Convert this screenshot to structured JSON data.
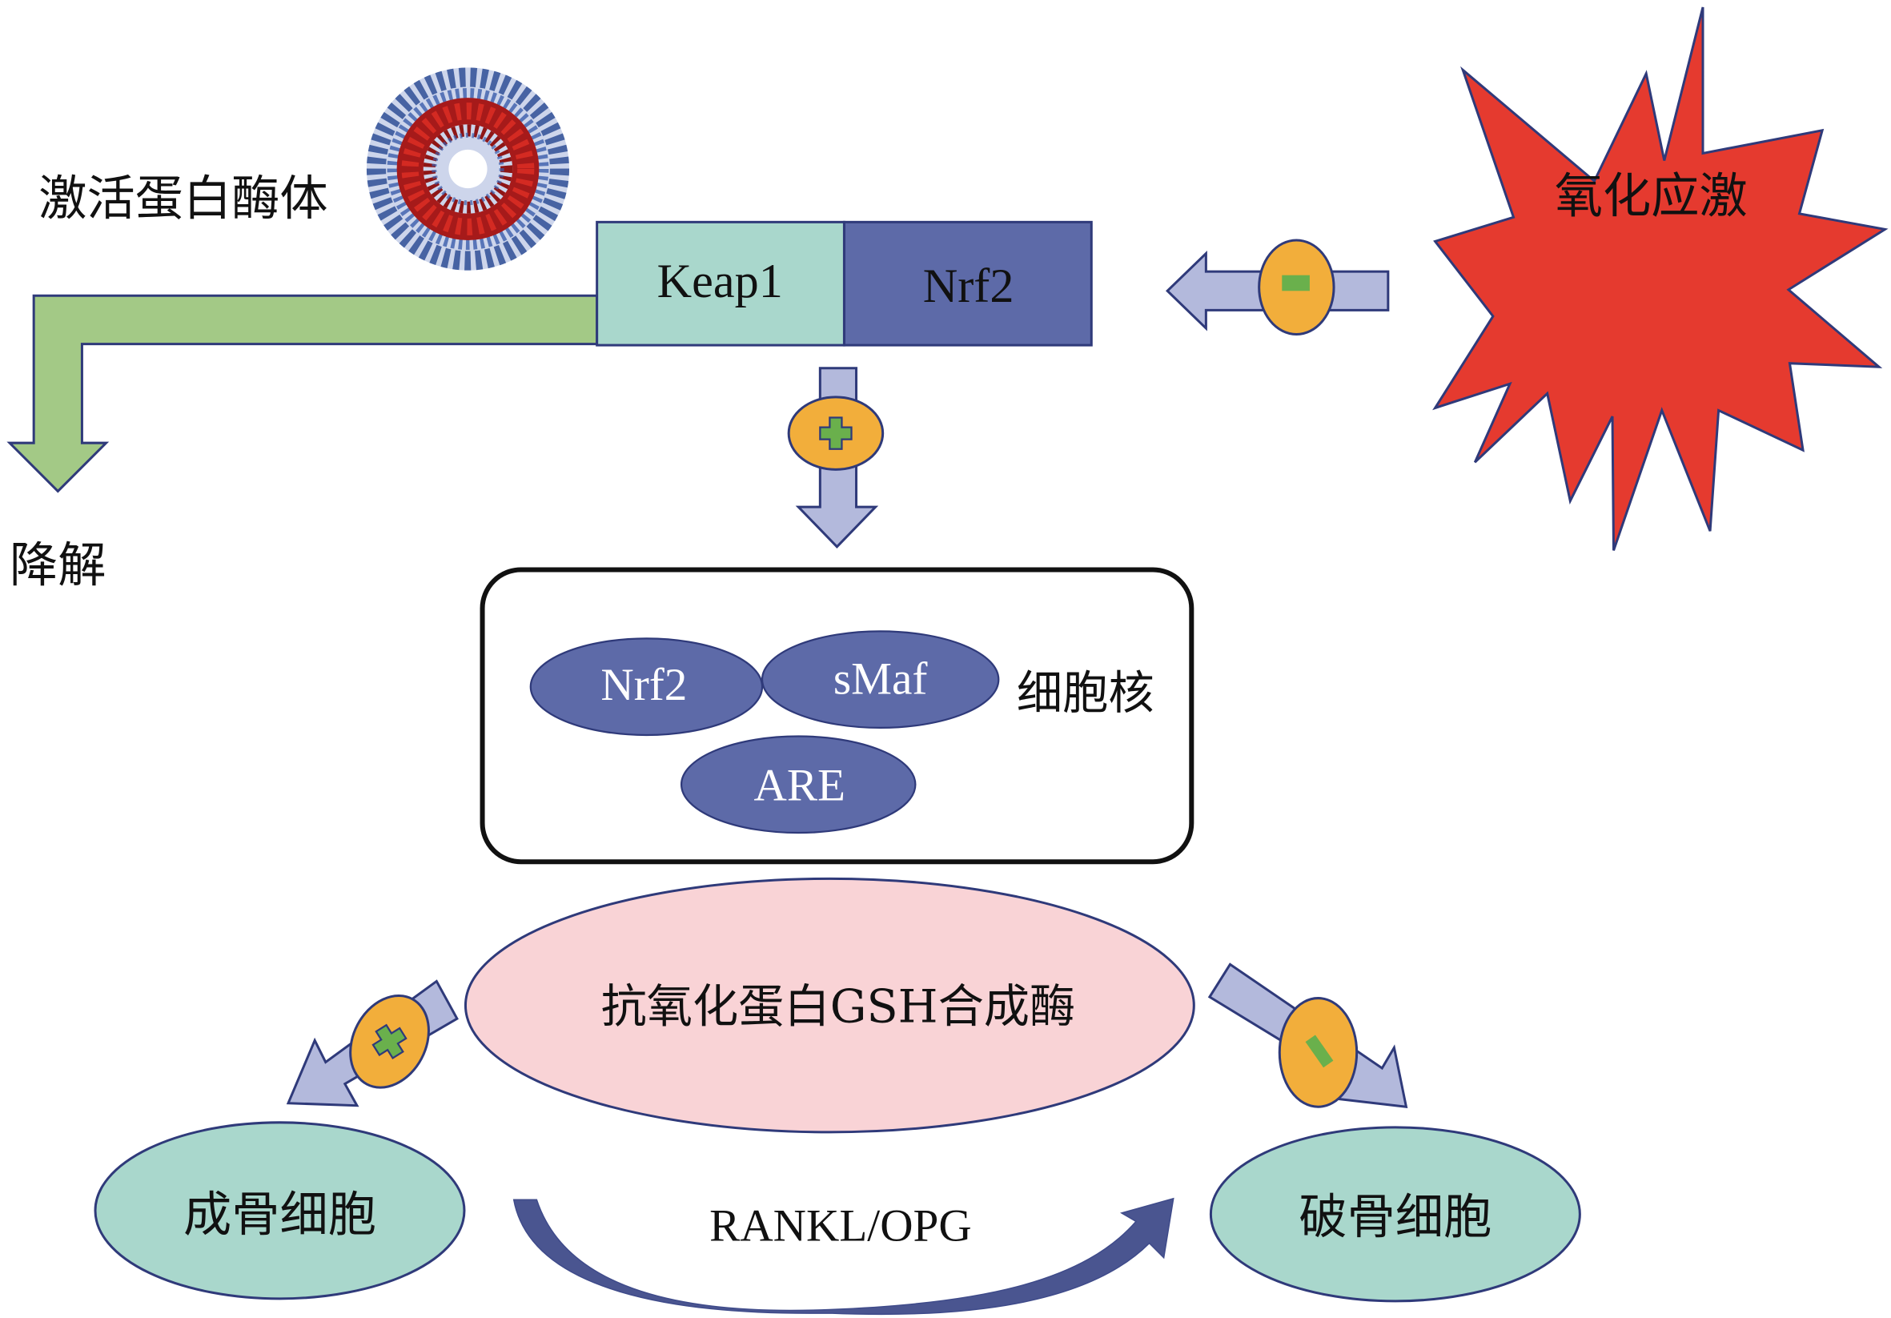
{
  "diagram": {
    "title": "Keap1-Nrf2/ARE pathway in bone metabolism under oxidative stress",
    "colors": {
      "keap1_fill": "#a9d7cc",
      "nrf2_fill": "#5d6aa8",
      "green_arrow": "#a3c986",
      "block_arrow": "#b3b9dc",
      "outline": "#2f3a7a",
      "badge_fill": "#f2ae3b",
      "badge_symbol": "#6ab04c",
      "burst_fill": "#e53a2f",
      "nucleus_border": "#111111",
      "enzyme_fill": "#f9d3d6",
      "cell_fill": "#a9d7cc",
      "curved_arrow": "#4a5590"
    },
    "labels": {
      "proteasome": "激活蛋白酶体",
      "degradation": "降解",
      "oxidative_stress": "氧化应激",
      "keap1": "Keap1",
      "nrf2_complex": "Nrf2",
      "nucleus": "细胞核",
      "nrf2_nuclear": "Nrf2",
      "smaf": "sMaf",
      "are": "ARE",
      "enzymes": "抗氧化蛋白GSH合成酶",
      "osteoblast": "成骨细胞",
      "osteoclast": "破骨细胞",
      "rankl_opg": "RANKL/OPG"
    },
    "regulation": {
      "stress_to_complex": "-",
      "complex_to_nucleus": "+",
      "enzyme_to_osteoblast": "+",
      "enzyme_to_osteoclast": "-"
    },
    "icons": {
      "proteasome": "proteasome-structure-icon",
      "burst": "starburst-icon",
      "plus": "plus-icon",
      "minus": "minus-icon"
    }
  }
}
